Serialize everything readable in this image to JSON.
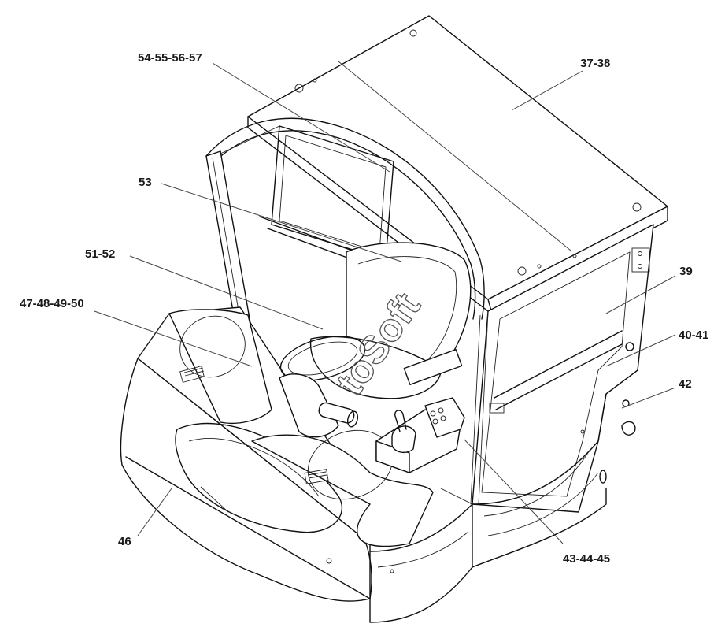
{
  "watermark": "toSoft",
  "callouts": [
    {
      "id": "c-54",
      "label": "54-55-56-57"
    },
    {
      "id": "c-37",
      "label": "37-38"
    },
    {
      "id": "c-53",
      "label": "53"
    },
    {
      "id": "c-51",
      "label": "51-52"
    },
    {
      "id": "c-39",
      "label": "39"
    },
    {
      "id": "c-47",
      "label": "47-48-49-50"
    },
    {
      "id": "c-40",
      "label": "40-41"
    },
    {
      "id": "c-42",
      "label": "42"
    },
    {
      "id": "c-46",
      "label": "46"
    },
    {
      "id": "c-43",
      "label": "43-44-45"
    }
  ]
}
